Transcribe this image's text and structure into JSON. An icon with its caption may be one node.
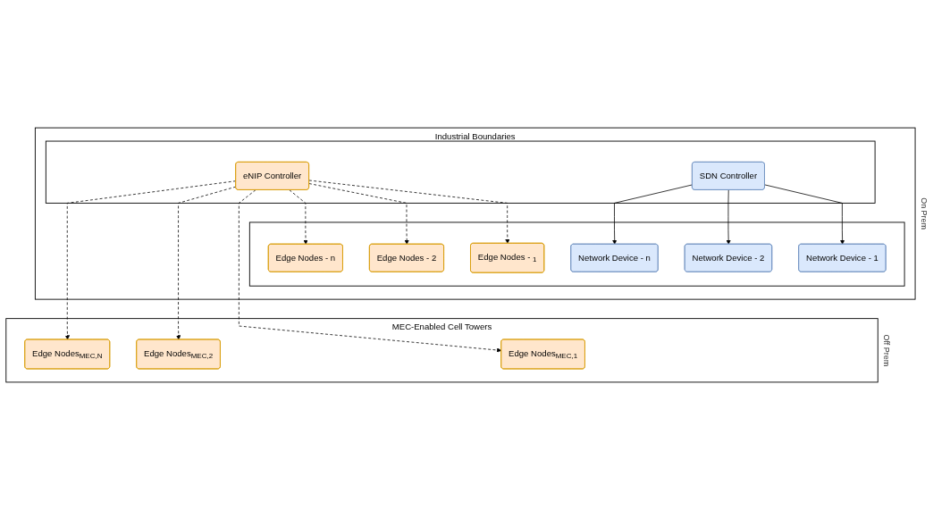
{
  "diagram": {
    "nodes": [
      {
        "text": [
          "Industrial Boundaries"
        ],
        "beside": [
          "On Prem"
        ]
      },
      {
        "text": [],
        "shape": "box",
        "in": 0
      },
      {
        "text": [
          "eNIP Controller"
        ],
        "in": 1
      },
      {
        "text": [
          "SDN Controller"
        ],
        "in": 1
      },
      {
        "text": [],
        "shape": "box",
        "in": 0
      },
      {
        "text": [
          "Network Device - 1"
        ],
        "in": 4
      },
      {
        "text": [
          "Edge Nodes - $_{1}$"
        ],
        "in": 4
      },
      {
        "text": [
          "Network Device - 2"
        ],
        "in": 4
      },
      {
        "text": [
          "Edge Nodes - 2"
        ],
        "in": 4
      },
      {
        "text": [
          "Network Device - n"
        ],
        "in": 4
      },
      {
        "text": [
          "Edge Nodes - n"
        ],
        "in": 4
      },
      {
        "text": [
          "MEC-Enabled Cell Towers"
        ],
        "beside": [
          "Off Prem"
        ]
      },
      {
        "text": [
          "Edge Nodes$_{MEC,1}$"
        ],
        "in": 11
      },
      {
        "text": [
          "Edge Nodes$_{MEC,2}$"
        ],
        "in": 11
      },
      {
        "text": [
          "Edge Nodes$_{MEC,N}$"
        ],
        "in": 11
      }
    ],
    "edges": [
      {
        "from": 3,
        "to": 5,
        "arrow": "to"
      },
      {
        "from": 3,
        "to": 7,
        "arrow": "to"
      },
      {
        "from": 3,
        "to": 9,
        "arrow": "to"
      },
      {
        "from": 2,
        "to": 6,
        "arrow": "to",
        "style": "dashed"
      },
      {
        "from": 2,
        "to": 8,
        "arrow": "to",
        "style": "dashed"
      },
      {
        "from": 2,
        "to": 10,
        "arrow": "to",
        "style": "dashed"
      },
      {
        "from": 2,
        "to": 12,
        "arrow": "to",
        "style": "dashed"
      },
      {
        "from": 2,
        "to": 13,
        "arrow": "to",
        "style": "dashed"
      },
      {
        "from": 2,
        "to": 14,
        "arrow": "to",
        "style": "dashed"
      }
    ]
  }
}
